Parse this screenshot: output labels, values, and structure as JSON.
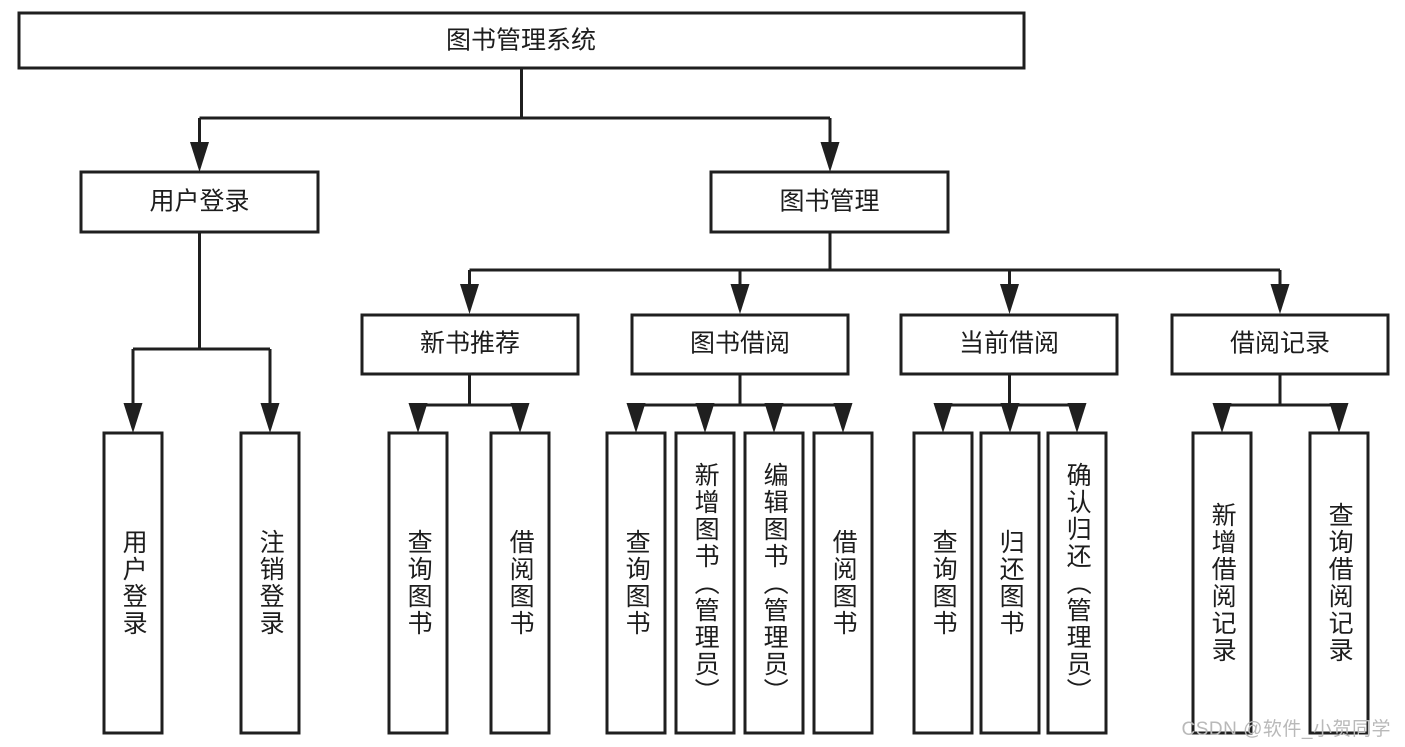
{
  "diagram": {
    "type": "tree",
    "title": "图书管理系统",
    "orientation": "top-down",
    "levels": 4,
    "colors": {
      "node_stroke": "#1f1f1f",
      "node_fill": "#ffffff",
      "connector": "#1f1f1f",
      "text": "#1d1d1d",
      "background": "#ffffff",
      "watermark": "#b9b9b9"
    },
    "root": {
      "label": "图书管理系统"
    },
    "level2": [
      {
        "label": "用户登录"
      },
      {
        "label": "图书管理"
      }
    ],
    "level3": [
      {
        "label": "新书推荐"
      },
      {
        "label": "图书借阅"
      },
      {
        "label": "当前借阅"
      },
      {
        "label": "借阅记录"
      }
    ],
    "leaves": {
      "user_login": [
        {
          "label": "用户登录"
        },
        {
          "label": "注销登录"
        }
      ],
      "new_book_recommend": [
        {
          "label": "查询图书"
        },
        {
          "label": "借阅图书"
        }
      ],
      "book_borrow": [
        {
          "label": "查询图书"
        },
        {
          "label": "新增图书（管理员）"
        },
        {
          "label": "编辑图书（管理员）"
        },
        {
          "label": "借阅图书"
        }
      ],
      "current_borrow": [
        {
          "label": "查询图书"
        },
        {
          "label": "归还图书"
        },
        {
          "label": "确认归还（管理员）"
        }
      ],
      "borrow_record": [
        {
          "label": "新增借阅记录"
        },
        {
          "label": "查询借阅记录"
        }
      ]
    }
  },
  "watermark": {
    "text": "CSDN @软件_小贺同学"
  }
}
